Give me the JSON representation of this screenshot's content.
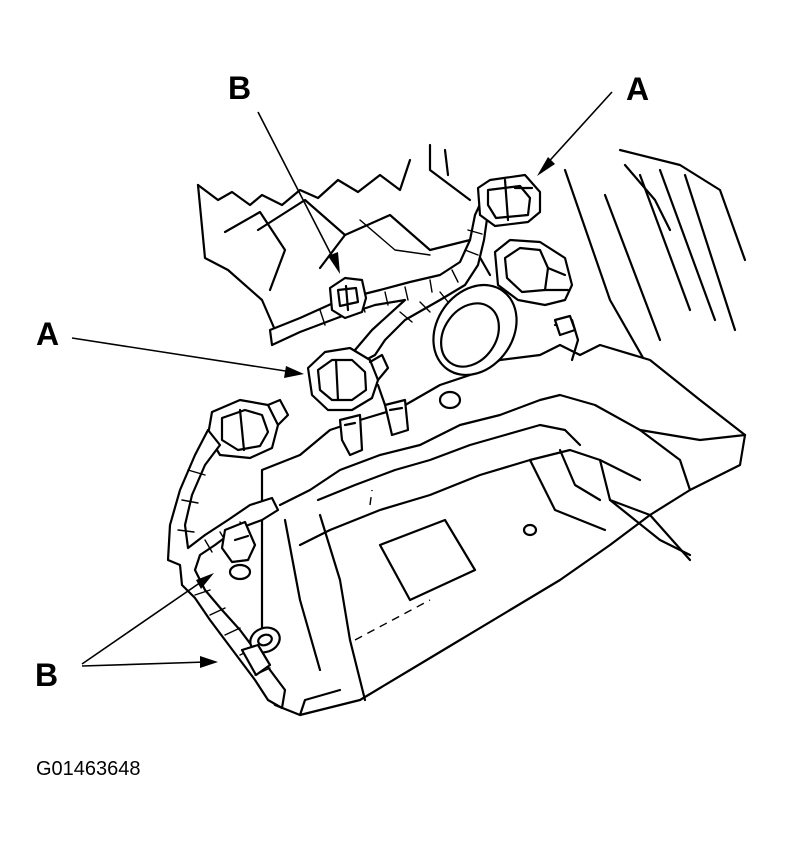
{
  "labels": {
    "a_top_right": "A",
    "b_top": "B",
    "a_left": "A",
    "b_bottom_left": "B"
  },
  "figure_id": "G01463648",
  "colors": {
    "ink": "#000000",
    "paper": "#ffffff"
  }
}
